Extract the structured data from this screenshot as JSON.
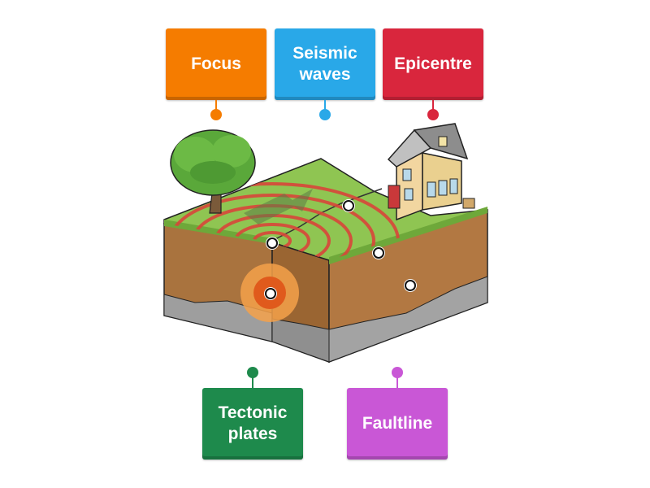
{
  "colors": {
    "orange": "#f57c00",
    "blue": "#29a8e8",
    "red": "#d9263d",
    "green": "#1e8a4c",
    "purple": "#c957d6"
  },
  "labels": {
    "focus": "Focus",
    "seismic_waves": "Seismic\nwaves",
    "epicentre": "Epicentre",
    "tectonic_plates": "Tectonic\nplates",
    "faultline": "Faultline"
  }
}
